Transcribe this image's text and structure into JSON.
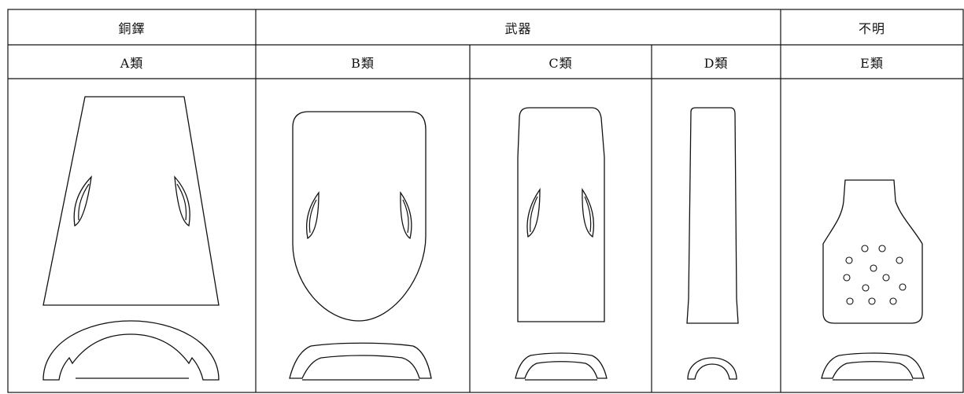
{
  "table": {
    "group_headers": [
      "銅鐸",
      "武器",
      "不明"
    ],
    "type_headers": [
      "A類",
      "B類",
      "C類",
      "D類",
      "E類"
    ]
  }
}
